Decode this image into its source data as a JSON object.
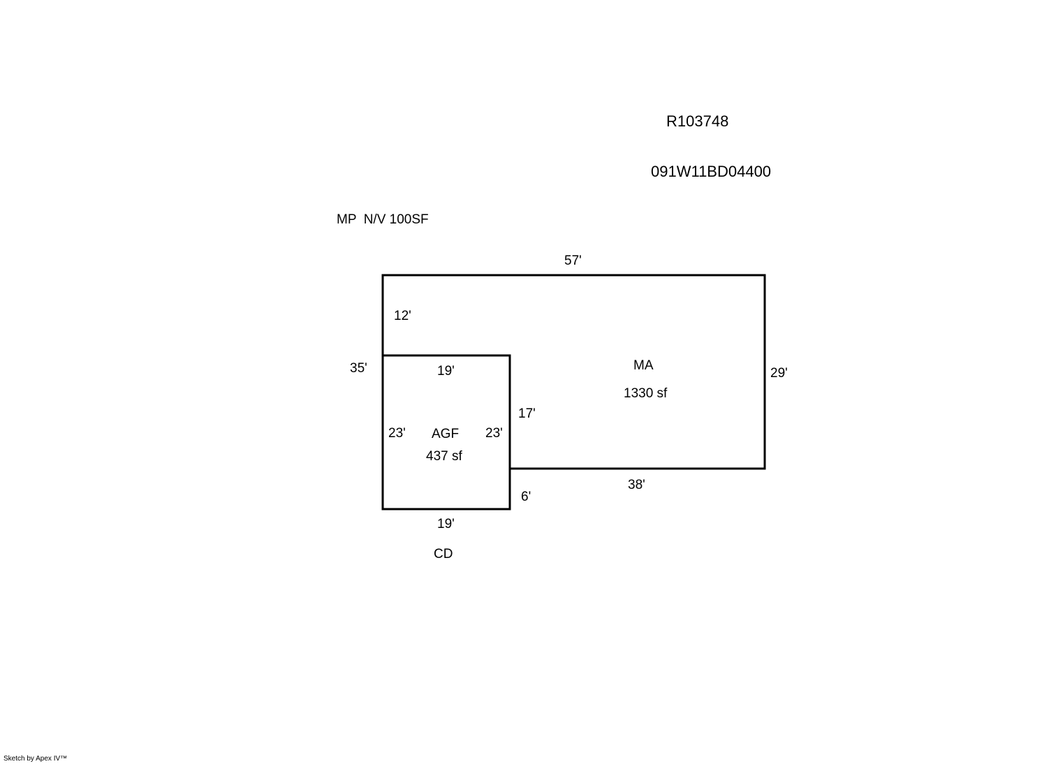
{
  "header": {
    "parcel_id": "R103748",
    "map_number": "091W11BD04400"
  },
  "notes": {
    "misc": "MP  N/V 100SF"
  },
  "areas": {
    "main": {
      "code": "MA",
      "size": "1330 sf"
    },
    "garage": {
      "code": "AGF",
      "size": "437 sf"
    },
    "deck": {
      "code": "CD"
    }
  },
  "dimensions": {
    "top": "57'",
    "left_upper": "12'",
    "left_total": "35'",
    "right": "29'",
    "garage_top": "19'",
    "garage_left": "23'",
    "garage_right": "23'",
    "notch_vertical": "17'",
    "bottom_main": "38'",
    "notch_lower": "6'",
    "garage_bottom": "19'"
  },
  "footer": {
    "credit": "Sketch by Apex IV™"
  }
}
